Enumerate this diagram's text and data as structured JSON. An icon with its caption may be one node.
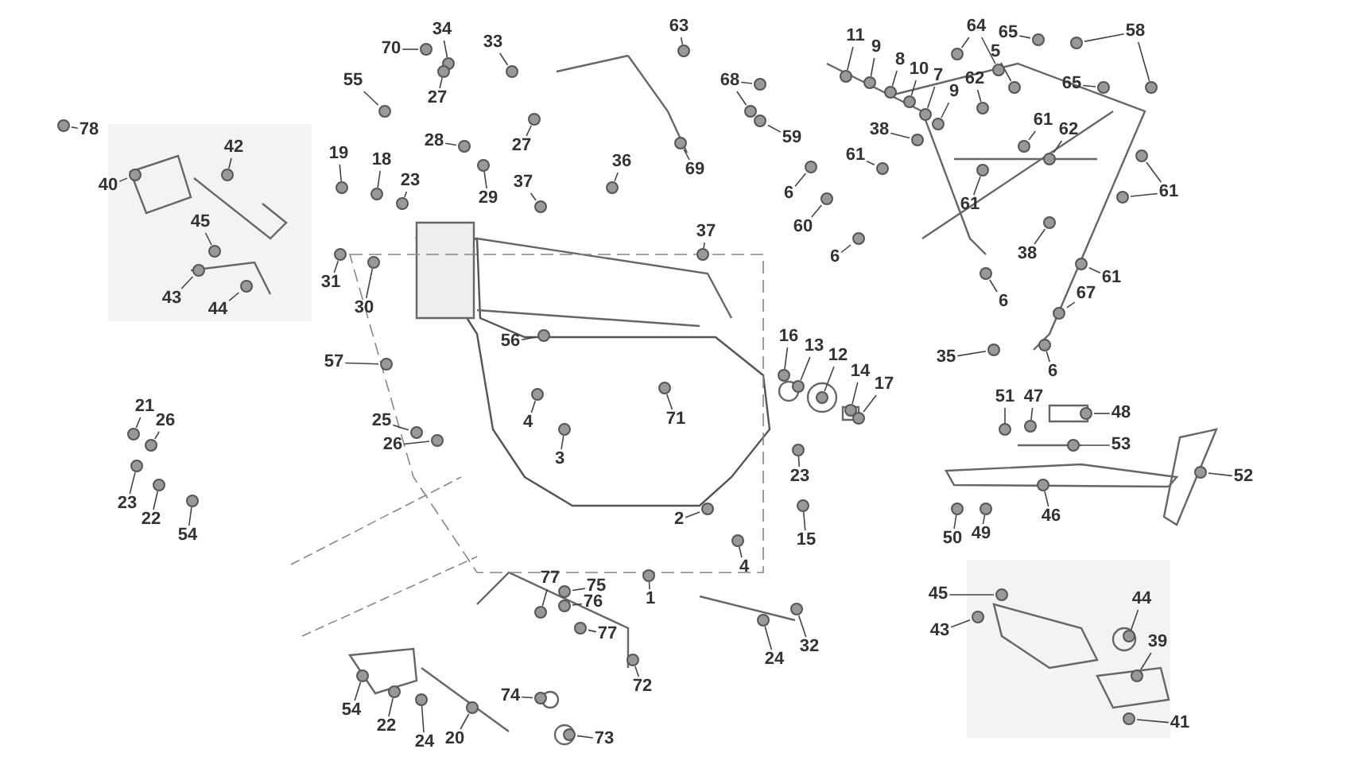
{
  "diagram": {
    "nodes": [
      {
        "text": [
          "70"
        ]
      },
      {
        "text": [
          "34"
        ]
      },
      {
        "text": [
          "33"
        ]
      },
      {
        "text": [
          "63"
        ]
      },
      {
        "text": [
          "58"
        ]
      },
      {
        "text": [
          "11"
        ]
      },
      {
        "text": [
          "9"
        ]
      },
      {
        "text": [
          "64"
        ]
      },
      {
        "text": [
          "65"
        ]
      },
      {
        "text": [
          "5"
        ]
      },
      {
        "text": [
          "8"
        ]
      },
      {
        "text": [
          "10"
        ]
      },
      {
        "text": [
          "7"
        ]
      },
      {
        "text": [
          "27"
        ]
      },
      {
        "text": [
          "55"
        ]
      },
      {
        "text": [
          "68"
        ]
      },
      {
        "text": [
          "9"
        ]
      },
      {
        "text": [
          "62"
        ]
      },
      {
        "text": [
          "65"
        ]
      },
      {
        "text": [
          "78"
        ]
      },
      {
        "text": [
          "62"
        ]
      },
      {
        "text": [
          "61"
        ]
      },
      {
        "text": [
          "27"
        ]
      },
      {
        "text": [
          "28"
        ]
      },
      {
        "text": [
          "59"
        ]
      },
      {
        "text": [
          "38"
        ]
      },
      {
        "text": [
          "42"
        ]
      },
      {
        "text": [
          "69"
        ]
      },
      {
        "text": [
          "36"
        ]
      },
      {
        "text": [
          "61"
        ]
      },
      {
        "text": [
          "19"
        ]
      },
      {
        "text": [
          "18"
        ]
      },
      {
        "text": [
          "40"
        ]
      },
      {
        "text": [
          "23"
        ]
      },
      {
        "text": [
          "29"
        ]
      },
      {
        "text": [
          "37"
        ]
      },
      {
        "text": [
          "61"
        ]
      },
      {
        "text": [
          "6"
        ]
      },
      {
        "text": [
          "61"
        ]
      },
      {
        "text": [
          "45"
        ]
      },
      {
        "text": [
          "60"
        ]
      },
      {
        "text": [
          "37"
        ]
      },
      {
        "text": [
          "38"
        ]
      },
      {
        "text": [
          "6"
        ]
      },
      {
        "text": [
          "31"
        ]
      },
      {
        "text": [
          "30"
        ]
      },
      {
        "text": [
          "43"
        ]
      },
      {
        "text": [
          "44"
        ]
      },
      {
        "text": [
          "61"
        ]
      },
      {
        "text": [
          "6"
        ]
      },
      {
        "text": [
          "67"
        ]
      },
      {
        "text": [
          "6"
        ]
      },
      {
        "text": [
          "56"
        ]
      },
      {
        "text": [
          "57"
        ]
      },
      {
        "text": [
          "35"
        ]
      },
      {
        "text": [
          "16"
        ]
      },
      {
        "text": [
          "13"
        ]
      },
      {
        "text": [
          "12"
        ]
      },
      {
        "text": [
          "14"
        ]
      },
      {
        "text": [
          "17"
        ]
      },
      {
        "text": [
          "71"
        ]
      },
      {
        "text": [
          "4"
        ]
      },
      {
        "text": [
          "21"
        ]
      },
      {
        "text": [
          "26"
        ]
      },
      {
        "text": [
          "25"
        ]
      },
      {
        "text": [
          "26"
        ]
      },
      {
        "text": [
          "51"
        ]
      },
      {
        "text": [
          "47"
        ]
      },
      {
        "text": [
          "48"
        ]
      },
      {
        "text": [
          "53"
        ]
      },
      {
        "text": [
          "3"
        ]
      },
      {
        "text": [
          "23"
        ]
      },
      {
        "text": [
          "22"
        ]
      },
      {
        "text": [
          "54"
        ]
      },
      {
        "text": [
          "52"
        ]
      },
      {
        "text": [
          "23"
        ]
      },
      {
        "text": [
          "2"
        ]
      },
      {
        "text": [
          "46"
        ]
      },
      {
        "text": [
          "15"
        ]
      },
      {
        "text": [
          "50"
        ]
      },
      {
        "text": [
          "49"
        ]
      },
      {
        "text": [
          "4"
        ]
      },
      {
        "text": [
          "77"
        ]
      },
      {
        "text": [
          "75"
        ]
      },
      {
        "text": [
          "76"
        ]
      },
      {
        "text": [
          "1"
        ]
      },
      {
        "text": [
          "45"
        ]
      },
      {
        "text": [
          "77"
        ]
      },
      {
        "text": [
          "44"
        ]
      },
      {
        "text": [
          "43"
        ]
      },
      {
        "text": [
          "39"
        ]
      },
      {
        "text": [
          "24"
        ]
      },
      {
        "text": [
          "32"
        ]
      },
      {
        "text": [
          "72"
        ]
      },
      {
        "text": [
          "74"
        ]
      },
      {
        "text": [
          "54"
        ]
      },
      {
        "text": [
          "22"
        ]
      },
      {
        "text": [
          "24"
        ]
      },
      {
        "text": [
          "20"
        ]
      },
      {
        "text": [
          "73"
        ]
      },
      {
        "text": [
          "41"
        ]
      },
      {
        "text": [],
        "shape": "circle"
      },
      {
        "text": [],
        "shape": "circle"
      },
      {
        "text": [],
        "shape": "circle"
      },
      {
        "text": [],
        "shape": "circle"
      },
      {
        "text": [],
        "shape": "circle"
      },
      {
        "text": [],
        "shape": "circle"
      },
      {
        "text": [],
        "shape": "circle"
      },
      {
        "text": [],
        "shape": "circle"
      },
      {
        "text": [],
        "shape": "circle"
      },
      {
        "text": [],
        "shape": "circle"
      },
      {
        "text": [],
        "shape": "circle"
      },
      {
        "text": [],
        "shape": "circle"
      },
      {
        "text": [],
        "shape": "circle"
      },
      {
        "text": [],
        "shape": "circle"
      },
      {
        "text": [],
        "shape": "circle"
      },
      {
        "text": [],
        "shape": "circle"
      },
      {
        "text": [],
        "shape": "circle"
      },
      {
        "text": [],
        "shape": "circle"
      },
      {
        "text": [],
        "shape": "circle"
      },
      {
        "text": [],
        "shape": "circle"
      },
      {
        "text": [],
        "shape": "circle"
      },
      {
        "text": [],
        "shape": "circle"
      },
      {
        "text": [],
        "shape": "circle"
      },
      {
        "text": [],
        "shape": "circle"
      },
      {
        "text": [],
        "shape": "circle"
      },
      {
        "text": [],
        "shape": "circle"
      },
      {
        "text": [],
        "shape": "circle"
      },
      {
        "text": [],
        "shape": "circle"
      },
      {
        "text": [],
        "shape": "circle"
      },
      {
        "text": [],
        "shape": "circle"
      },
      {
        "text": [],
        "shape": "circle"
      },
      {
        "text": [],
        "shape": "circle"
      },
      {
        "text": [],
        "shape": "circle"
      },
      {
        "text": [],
        "shape": "circle"
      },
      {
        "text": [],
        "shape": "circle"
      },
      {
        "text": [],
        "shape": "circle"
      },
      {
        "text": [],
        "shape": "circle"
      },
      {
        "text": [],
        "shape": "circle"
      },
      {
        "text": [],
        "shape": "circle"
      },
      {
        "text": [],
        "shape": "circle"
      },
      {
        "text": [],
        "shape": "circle"
      },
      {
        "text": [],
        "shape": "circle"
      },
      {
        "text": [],
        "shape": "circle"
      },
      {
        "text": [],
        "shape": "circle"
      },
      {
        "text": [],
        "shape": "circle"
      },
      {
        "text": [],
        "shape": "circle"
      },
      {
        "text": [],
        "shape": "circle"
      },
      {
        "text": [],
        "shape": "circle"
      },
      {
        "text": [],
        "shape": "circle"
      },
      {
        "text": [],
        "shape": "circle"
      },
      {
        "text": [],
        "shape": "circle"
      },
      {
        "text": [],
        "shape": "circle"
      },
      {
        "text": [],
        "shape": "circle"
      },
      {
        "text": [],
        "shape": "circle"
      },
      {
        "text": [],
        "shape": "circle"
      },
      {
        "text": [],
        "shape": "circle"
      },
      {
        "text": [],
        "shape": "circle"
      },
      {
        "text": [],
        "shape": "circle"
      },
      {
        "text": [],
        "shape": "circle"
      },
      {
        "text": [],
        "shape": "circle"
      },
      {
        "text": [],
        "shape": "circle"
      },
      {
        "text": [],
        "shape": "circle"
      },
      {
        "text": [],
        "shape": "circle"
      },
      {
        "text": [],
        "shape": "circle"
      },
      {
        "text": [],
        "shape": "circle"
      },
      {
        "text": [],
        "shape": "circle"
      },
      {
        "text": [],
        "shape": "circle"
      },
      {
        "text": [],
        "shape": "circle"
      },
      {
        "text": [],
        "shape": "circle"
      },
      {
        "text": [],
        "shape": "circle"
      },
      {
        "text": [],
        "shape": "circle"
      },
      {
        "text": [],
        "shape": "circle"
      },
      {
        "text": [],
        "shape": "circle"
      },
      {
        "text": [],
        "shape": "circle"
      },
      {
        "text": [],
        "shape": "circle"
      },
      {
        "text": [],
        "shape": "circle"
      },
      {
        "text": [],
        "shape": "circle"
      },
      {
        "text": [],
        "shape": "circle"
      },
      {
        "text": [],
        "shape": "circle"
      },
      {
        "text": [],
        "shape": "circle"
      },
      {
        "text": [],
        "shape": "circle"
      },
      {
        "text": [],
        "shape": "circle"
      },
      {
        "text": [],
        "shape": "circle"
      },
      {
        "text": [],
        "shape": "circle"
      },
      {
        "text": [],
        "shape": "circle"
      },
      {
        "text": [],
        "shape": "circle"
      },
      {
        "text": [],
        "shape": "circle"
      },
      {
        "text": [],
        "shape": "circle"
      },
      {
        "text": [],
        "shape": "circle"
      },
      {
        "text": [],
        "shape": "circle"
      },
      {
        "text": [],
        "shape": "circle"
      },
      {
        "text": [],
        "shape": "circle"
      },
      {
        "text": [],
        "shape": "circle"
      },
      {
        "text": [],
        "shape": "circle"
      },
      {
        "text": [],
        "shape": "circle"
      },
      {
        "text": [],
        "shape": "circle"
      },
      {
        "text": [],
        "shape": "circle"
      },
      {
        "text": [],
        "shape": "circle"
      },
      {
        "text": [],
        "shape": "circle"
      },
      {
        "text": [],
        "shape": "circle"
      },
      {
        "text": [],
        "shape": "circle"
      },
      {
        "text": [],
        "shape": "circle"
      },
      {
        "text": [],
        "shape": "circle"
      },
      {
        "text": [],
        "shape": "circle"
      },
      {
        "text": [],
        "shape": "circle"
      }
    ],
    "edges": [
      {
        "from": 0,
        "to": 101,
        "arrow": "none"
      },
      {
        "from": 1,
        "to": 102,
        "arrow": "none"
      },
      {
        "from": 2,
        "to": 103,
        "arrow": "none"
      },
      {
        "from": 3,
        "to": 104,
        "arrow": "none"
      },
      {
        "from": 4,
        "to": 105,
        "arrow": "none"
      },
      {
        "from": 4,
        "to": 106,
        "arrow": "none"
      },
      {
        "from": 5,
        "to": 107,
        "arrow": "none"
      },
      {
        "from": 6,
        "to": 108,
        "arrow": "none"
      },
      {
        "from": 7,
        "to": 109,
        "arrow": "none"
      },
      {
        "from": 7,
        "to": 110,
        "arrow": "none"
      },
      {
        "from": 8,
        "to": 111,
        "arrow": "none"
      },
      {
        "from": 9,
        "to": 112,
        "arrow": "none"
      },
      {
        "from": 10,
        "to": 113,
        "arrow": "none"
      },
      {
        "from": 11,
        "to": 114,
        "arrow": "none"
      },
      {
        "from": 12,
        "to": 115,
        "arrow": "none"
      },
      {
        "from": 13,
        "to": 116,
        "arrow": "none"
      },
      {
        "from": 14,
        "to": 117,
        "arrow": "none"
      },
      {
        "from": 15,
        "to": 118,
        "arrow": "none"
      },
      {
        "from": 15,
        "to": 119,
        "arrow": "none"
      },
      {
        "from": 16,
        "to": 120,
        "arrow": "none"
      },
      {
        "from": 17,
        "to": 121,
        "arrow": "none"
      },
      {
        "from": 18,
        "to": 122,
        "arrow": "none"
      },
      {
        "from": 19,
        "to": 123,
        "arrow": "none"
      },
      {
        "from": 20,
        "to": 124,
        "arrow": "none"
      },
      {
        "from": 21,
        "to": 125,
        "arrow": "none"
      },
      {
        "from": 22,
        "to": 126,
        "arrow": "none"
      },
      {
        "from": 23,
        "to": 127,
        "arrow": "none"
      },
      {
        "from": 24,
        "to": 128,
        "arrow": "none"
      },
      {
        "from": 25,
        "to": 129,
        "arrow": "none"
      },
      {
        "from": 26,
        "to": 130,
        "arrow": "none"
      },
      {
        "from": 27,
        "to": 131,
        "arrow": "none"
      },
      {
        "from": 28,
        "to": 132,
        "arrow": "none"
      },
      {
        "from": 29,
        "to": 133,
        "arrow": "none"
      },
      {
        "from": 30,
        "to": 134,
        "arrow": "none"
      },
      {
        "from": 31,
        "to": 135,
        "arrow": "none"
      },
      {
        "from": 32,
        "to": 136,
        "arrow": "none"
      },
      {
        "from": 33,
        "to": 137,
        "arrow": "none"
      },
      {
        "from": 34,
        "to": 138,
        "arrow": "none"
      },
      {
        "from": 35,
        "to": 139,
        "arrow": "none"
      },
      {
        "from": 36,
        "to": 140,
        "arrow": "none"
      },
      {
        "from": 37,
        "to": 141,
        "arrow": "none"
      },
      {
        "from": 38,
        "to": 142,
        "arrow": "none"
      },
      {
        "from": 38,
        "to": 143,
        "arrow": "none"
      },
      {
        "from": 39,
        "to": 144,
        "arrow": "none"
      },
      {
        "from": 40,
        "to": 145,
        "arrow": "none"
      },
      {
        "from": 41,
        "to": 146,
        "arrow": "none"
      },
      {
        "from": 42,
        "to": 147,
        "arrow": "none"
      },
      {
        "from": 43,
        "to": 148,
        "arrow": "none"
      },
      {
        "from": 44,
        "to": 149,
        "arrow": "none"
      },
      {
        "from": 45,
        "to": 150,
        "arrow": "none"
      },
      {
        "from": 46,
        "to": 151,
        "arrow": "none"
      },
      {
        "from": 47,
        "to": 152,
        "arrow": "none"
      },
      {
        "from": 48,
        "to": 153,
        "arrow": "none"
      },
      {
        "from": 49,
        "to": 154,
        "arrow": "none"
      },
      {
        "from": 50,
        "to": 155,
        "arrow": "none"
      },
      {
        "from": 51,
        "to": 156,
        "arrow": "none"
      },
      {
        "from": 52,
        "to": 157,
        "arrow": "none"
      },
      {
        "from": 53,
        "to": 158,
        "arrow": "none"
      },
      {
        "from": 54,
        "to": 159,
        "arrow": "none"
      },
      {
        "from": 55,
        "to": 160,
        "arrow": "none"
      },
      {
        "from": 56,
        "to": 161,
        "arrow": "none"
      },
      {
        "from": 57,
        "to": 162,
        "arrow": "none"
      },
      {
        "from": 58,
        "to": 163,
        "arrow": "none"
      },
      {
        "from": 59,
        "to": 164,
        "arrow": "none"
      },
      {
        "from": 60,
        "to": 165,
        "arrow": "none"
      },
      {
        "from": 61,
        "to": 166,
        "arrow": "none"
      },
      {
        "from": 62,
        "to": 167,
        "arrow": "none"
      },
      {
        "from": 63,
        "to": 168,
        "arrow": "none"
      },
      {
        "from": 64,
        "to": 169,
        "arrow": "none"
      },
      {
        "from": 65,
        "to": 170,
        "arrow": "none"
      },
      {
        "from": 66,
        "to": 171,
        "arrow": "none"
      },
      {
        "from": 67,
        "to": 172,
        "arrow": "none"
      },
      {
        "from": 68,
        "to": 173,
        "arrow": "none"
      },
      {
        "from": 69,
        "to": 174,
        "arrow": "none"
      },
      {
        "from": 70,
        "to": 175,
        "arrow": "none"
      },
      {
        "from": 71,
        "to": 176,
        "arrow": "none"
      },
      {
        "from": 72,
        "to": 177,
        "arrow": "none"
      },
      {
        "from": 73,
        "to": 178,
        "arrow": "none"
      },
      {
        "from": 74,
        "to": 179,
        "arrow": "none"
      },
      {
        "from": 75,
        "to": 180,
        "arrow": "none"
      },
      {
        "from": 76,
        "to": 181,
        "arrow": "none"
      },
      {
        "from": 77,
        "to": 182,
        "arrow": "none"
      },
      {
        "from": 78,
        "to": 183,
        "arrow": "none"
      },
      {
        "from": 79,
        "to": 184,
        "arrow": "none"
      },
      {
        "from": 80,
        "to": 185,
        "arrow": "none"
      },
      {
        "from": 81,
        "to": 186,
        "arrow": "none"
      },
      {
        "from": 82,
        "to": 187,
        "arrow": "none"
      },
      {
        "from": 83,
        "to": 188,
        "arrow": "none"
      },
      {
        "from": 84,
        "to": 189,
        "arrow": "none"
      },
      {
        "from": 85,
        "to": 190,
        "arrow": "none"
      },
      {
        "from": 86,
        "to": 191,
        "arrow": "none"
      },
      {
        "from": 87,
        "to": 192,
        "arrow": "none"
      },
      {
        "from": 88,
        "to": 193,
        "arrow": "none"
      },
      {
        "from": 89,
        "to": 194,
        "arrow": "none"
      },
      {
        "from": 90,
        "to": 195,
        "arrow": "none"
      },
      {
        "from": 91,
        "to": 196,
        "arrow": "none"
      },
      {
        "from": 92,
        "to": 197,
        "arrow": "none"
      },
      {
        "from": 93,
        "to": 198,
        "arrow": "none"
      },
      {
        "from": 94,
        "to": 199,
        "arrow": "none"
      },
      {
        "from": 95,
        "to": 200,
        "arrow": "none"
      },
      {
        "from": 96,
        "to": 201,
        "arrow": "none"
      },
      {
        "from": 97,
        "to": 202,
        "arrow": "none"
      },
      {
        "from": 98,
        "to": 203,
        "arrow": "none"
      },
      {
        "from": 99,
        "to": 204,
        "arrow": "none"
      },
      {
        "from": 100,
        "to": 205,
        "arrow": "none"
      }
    ]
  }
}
